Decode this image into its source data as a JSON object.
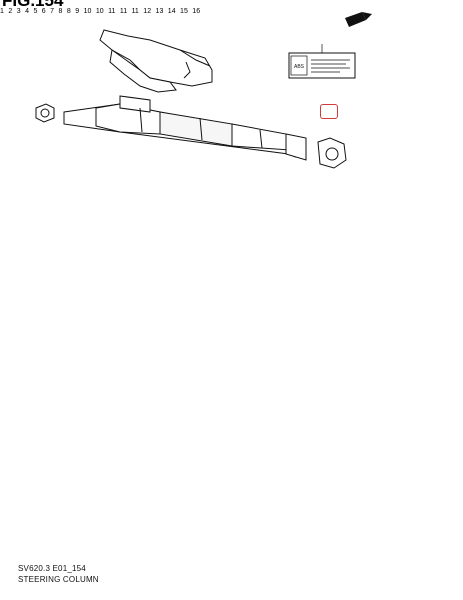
{
  "figure": {
    "title": "FIG.154",
    "caption_code": "SV620.3 E01_154",
    "caption_title": "STEERING COLUMN"
  },
  "label_16": {
    "mark": "ABS",
    "number": "16"
  },
  "callouts": {
    "c1": "1",
    "c2": "2",
    "c3": "3",
    "c4": "4",
    "c5": "5",
    "c6": "6",
    "c7": "7",
    "c8a": "8",
    "c8b": "8",
    "c9": "9",
    "c10a": "10",
    "c10b": "10",
    "c11a": "11",
    "c11b": "11",
    "c11c": "11",
    "c12": "12",
    "c13": "13",
    "c14": "14",
    "c15": "15",
    "c16": "16"
  },
  "colors": {
    "line": "#111111",
    "highlight": "#d23a3a",
    "background": "#ffffff"
  }
}
